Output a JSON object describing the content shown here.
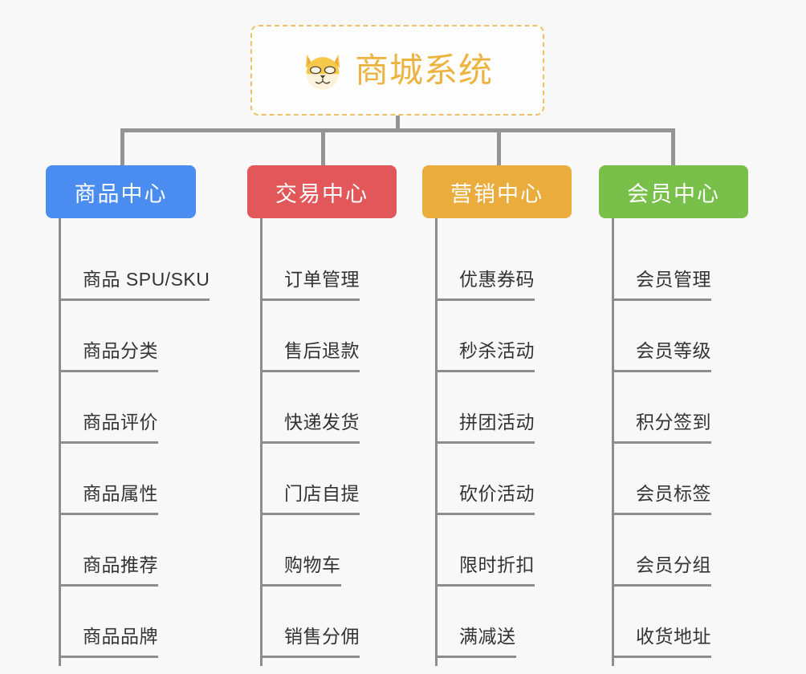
{
  "background_color": "#f8f8f8",
  "root": {
    "title": "商城系统",
    "icon": "shiba-dog-icon",
    "title_color": "#edb340",
    "border_color": "#efc069"
  },
  "columns": [
    {
      "label": "商品中心",
      "color": "#4a8cf0",
      "items": [
        "商品 SPU/SKU",
        "商品分类",
        "商品评价",
        "商品属性",
        "商品推荐",
        "商品品牌"
      ]
    },
    {
      "label": "交易中心",
      "color": "#e2585a",
      "items": [
        "订单管理",
        "售后退款",
        "快递发货",
        "门店自提",
        "购物车",
        "销售分佣"
      ]
    },
    {
      "label": "营销中心",
      "color": "#eaac3c",
      "items": [
        "优惠券码",
        "秒杀活动",
        "拼团活动",
        "砍价活动",
        "限时折扣",
        "满减送"
      ]
    },
    {
      "label": "会员中心",
      "color": "#79c04a",
      "items": [
        "会员管理",
        "会员等级",
        "积分签到",
        "会员标签",
        "会员分组",
        "收货地址"
      ]
    }
  ]
}
